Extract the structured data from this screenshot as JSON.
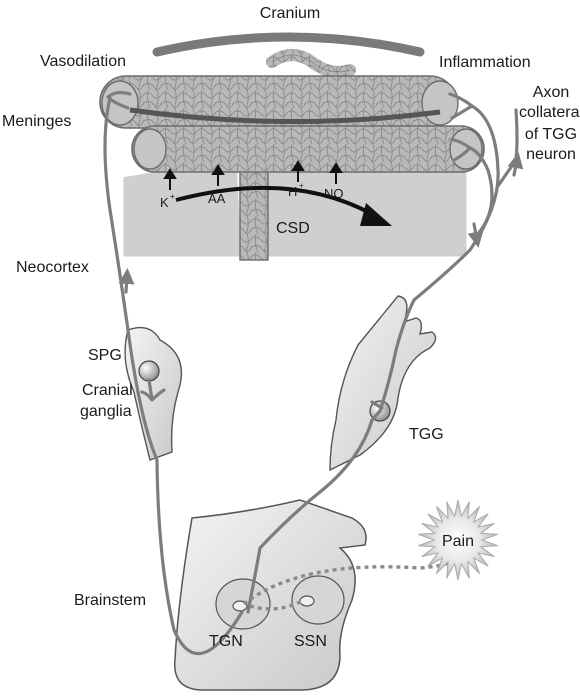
{
  "labels": {
    "cranium": "Cranium",
    "vasodilation": "Vasodilation",
    "inflammation": "Inflammation",
    "meninges": "Meninges",
    "axon_line1": "Axon",
    "axon_line2": "collateral",
    "axon_line3": "of TGG",
    "axon_line4": "neuron",
    "neocortex": "Neocortex",
    "spg": "SPG",
    "cranial_line1": "Cranial",
    "cranial_line2": "ganglia",
    "tgg": "TGG",
    "pain": "Pain",
    "brainstem": "Brainstem",
    "tgn": "TGN",
    "ssn": "SSN",
    "csd": "CSD"
  },
  "ions": {
    "k": "K",
    "k_charge": "+",
    "aa": "AA",
    "h": "H",
    "h_charge": "+",
    "no": "NO"
  },
  "colors": {
    "vessel_fill": "#b9b9b9",
    "cortex_fill": "#cfcfcf",
    "ganglion_fill": "#e2e2e2",
    "nerve": "#7d7d7d",
    "outline": "#555555"
  }
}
